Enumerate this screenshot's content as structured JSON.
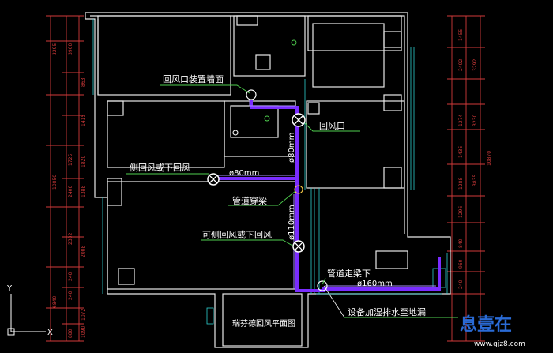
{
  "labels": {
    "return_vent_wall": "回风口装置墙面",
    "return_vent": "回风口",
    "side_or_bottom_return": "侧回风或下回风",
    "pipe_through_beam": "管道穿梁",
    "optional_side_or_bottom_return": "可侧回风或下回风",
    "pipe_under_beam": "管道走梁下",
    "drain_note": "设备加湿排水至地漏",
    "title": "瑞芬德回风平面图"
  },
  "pipe_sizes": {
    "d80_horizontal": "ø80mm",
    "d80_vertical": "ø80mm",
    "d110": "ø110mm",
    "d160": "ø160mm"
  },
  "dims_left_outer": [
    "3295",
    "3960",
    "1725",
    "2400",
    "2332",
    "240",
    "6840",
    "10850"
  ],
  "dims_left_inner": [
    "863",
    "1415",
    "1820",
    "1388",
    "2008",
    "1072",
    "1090",
    "880",
    "240"
  ],
  "dims_right_inner": [
    "1455",
    "2402",
    "1274",
    "1435",
    "1288",
    "1296",
    "840",
    "960",
    "240"
  ],
  "dims_right_outer": [
    "3292",
    "3230",
    "3835",
    "10870"
  ],
  "axis": {
    "y": "Y",
    "x": "X"
  },
  "watermark": {
    "brand": "息壹在",
    "url": "www.gjz8.com"
  },
  "colors": {
    "walls": "#e8e8e8",
    "dimensions": "#d23a3a",
    "ducts": "#7a2cff",
    "leaders": "#4fd04f",
    "hatching": "#2fd0d0"
  }
}
